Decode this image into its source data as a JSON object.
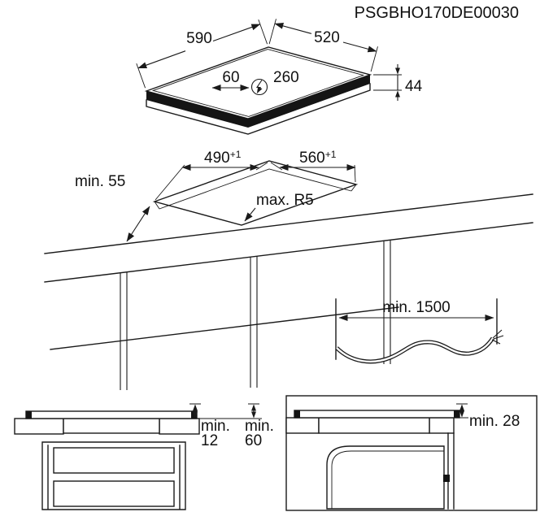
{
  "product_code": "PSGBHO170DE00030",
  "hob": {
    "width": "590",
    "depth": "520",
    "connection_offset_left": "60",
    "connection_offset_right": "260",
    "height": "44"
  },
  "cutout": {
    "depth": "490",
    "depth_tolerance": "+1",
    "width": "560",
    "width_tolerance": "+1",
    "front_clearance": "min. 55",
    "corner_radius": "max. R5"
  },
  "cable": {
    "min_length": "min. 1500"
  },
  "drawer_section": {
    "dim1_line1": "min.",
    "dim1_line2": "12",
    "dim2_line1": "min.",
    "dim2_line2": "60"
  },
  "oven_section": {
    "clearance": "min. 28"
  }
}
